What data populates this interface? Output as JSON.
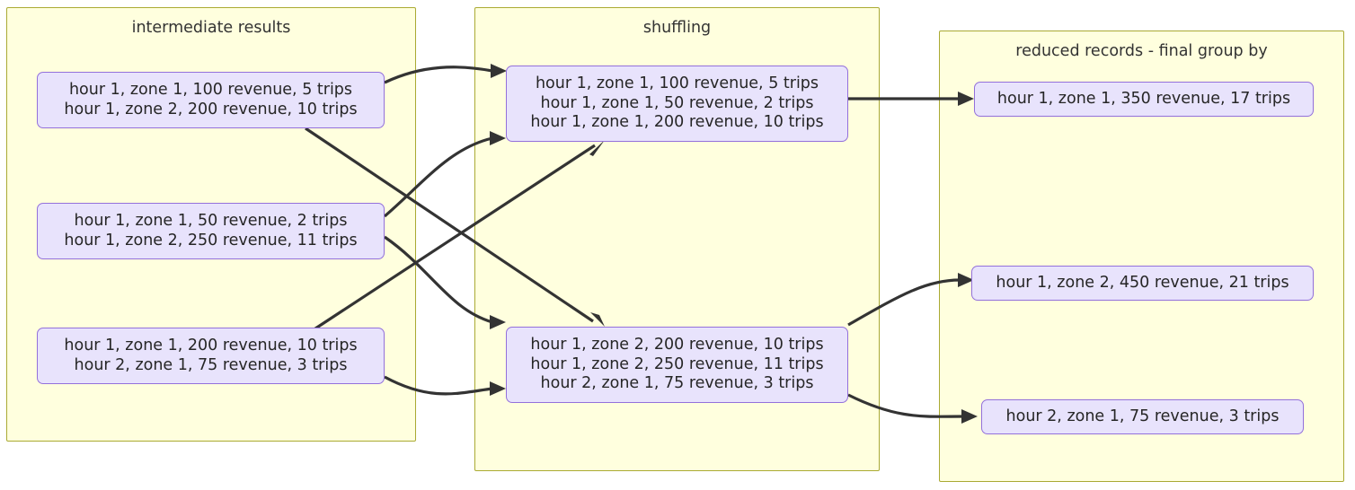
{
  "diagram": {
    "type": "mapreduce-shuffle-flow",
    "background": "#ffffff",
    "cluster_fill": "#ffffde",
    "cluster_stroke": "#aaaa33",
    "node_fill": "#e8e3fc",
    "node_stroke": "#9370db",
    "edge_color": "#333333",
    "text_color": "#262626"
  },
  "clusters": [
    {
      "id": "intermediate",
      "title": "intermediate results"
    },
    {
      "id": "shuffling",
      "title": "shuffling"
    },
    {
      "id": "reduced",
      "title": "reduced records - final group by"
    }
  ],
  "intermediate_nodes": [
    {
      "id": "map1",
      "lines": [
        "hour 1, zone 1, 100 revenue, 5 trips",
        "hour 1, zone 2, 200 revenue, 10 trips"
      ]
    },
    {
      "id": "map2",
      "lines": [
        "hour 1, zone 1, 50 revenue, 2 trips",
        "hour 1, zone 2, 250 revenue, 11 trips"
      ]
    },
    {
      "id": "map3",
      "lines": [
        "hour 1, zone 1, 200 revenue, 10 trips",
        "hour 2, zone 1, 75 revenue, 3 trips"
      ]
    }
  ],
  "shuffling_nodes": [
    {
      "id": "shuffle1",
      "lines": [
        "hour 1, zone 1, 100 revenue, 5 trips",
        "hour 1, zone 1, 50 revenue, 2 trips",
        "hour 1, zone 1, 200 revenue, 10 trips"
      ]
    },
    {
      "id": "shuffle2",
      "lines": [
        "hour 1, zone 2, 200 revenue, 10 trips",
        "hour 1, zone 2, 250 revenue, 11 trips",
        "hour 2, zone 1, 75 revenue, 3 trips"
      ]
    }
  ],
  "reduced_nodes": [
    {
      "id": "red1",
      "lines": [
        "hour 1, zone 1, 350 revenue, 17 trips"
      ]
    },
    {
      "id": "red2",
      "lines": [
        "hour 1, zone 2, 450 revenue, 21 trips"
      ]
    },
    {
      "id": "red3",
      "lines": [
        "hour 2, zone 1, 75 revenue, 3 trips"
      ]
    }
  ],
  "edges": [
    {
      "from": "map1",
      "to": "shuffle1"
    },
    {
      "from": "map1",
      "to": "shuffle2"
    },
    {
      "from": "map2",
      "to": "shuffle1"
    },
    {
      "from": "map2",
      "to": "shuffle2"
    },
    {
      "from": "map3",
      "to": "shuffle1"
    },
    {
      "from": "map3",
      "to": "shuffle2"
    },
    {
      "from": "shuffle1",
      "to": "red1"
    },
    {
      "from": "shuffle2",
      "to": "red2"
    },
    {
      "from": "shuffle2",
      "to": "red3"
    }
  ]
}
